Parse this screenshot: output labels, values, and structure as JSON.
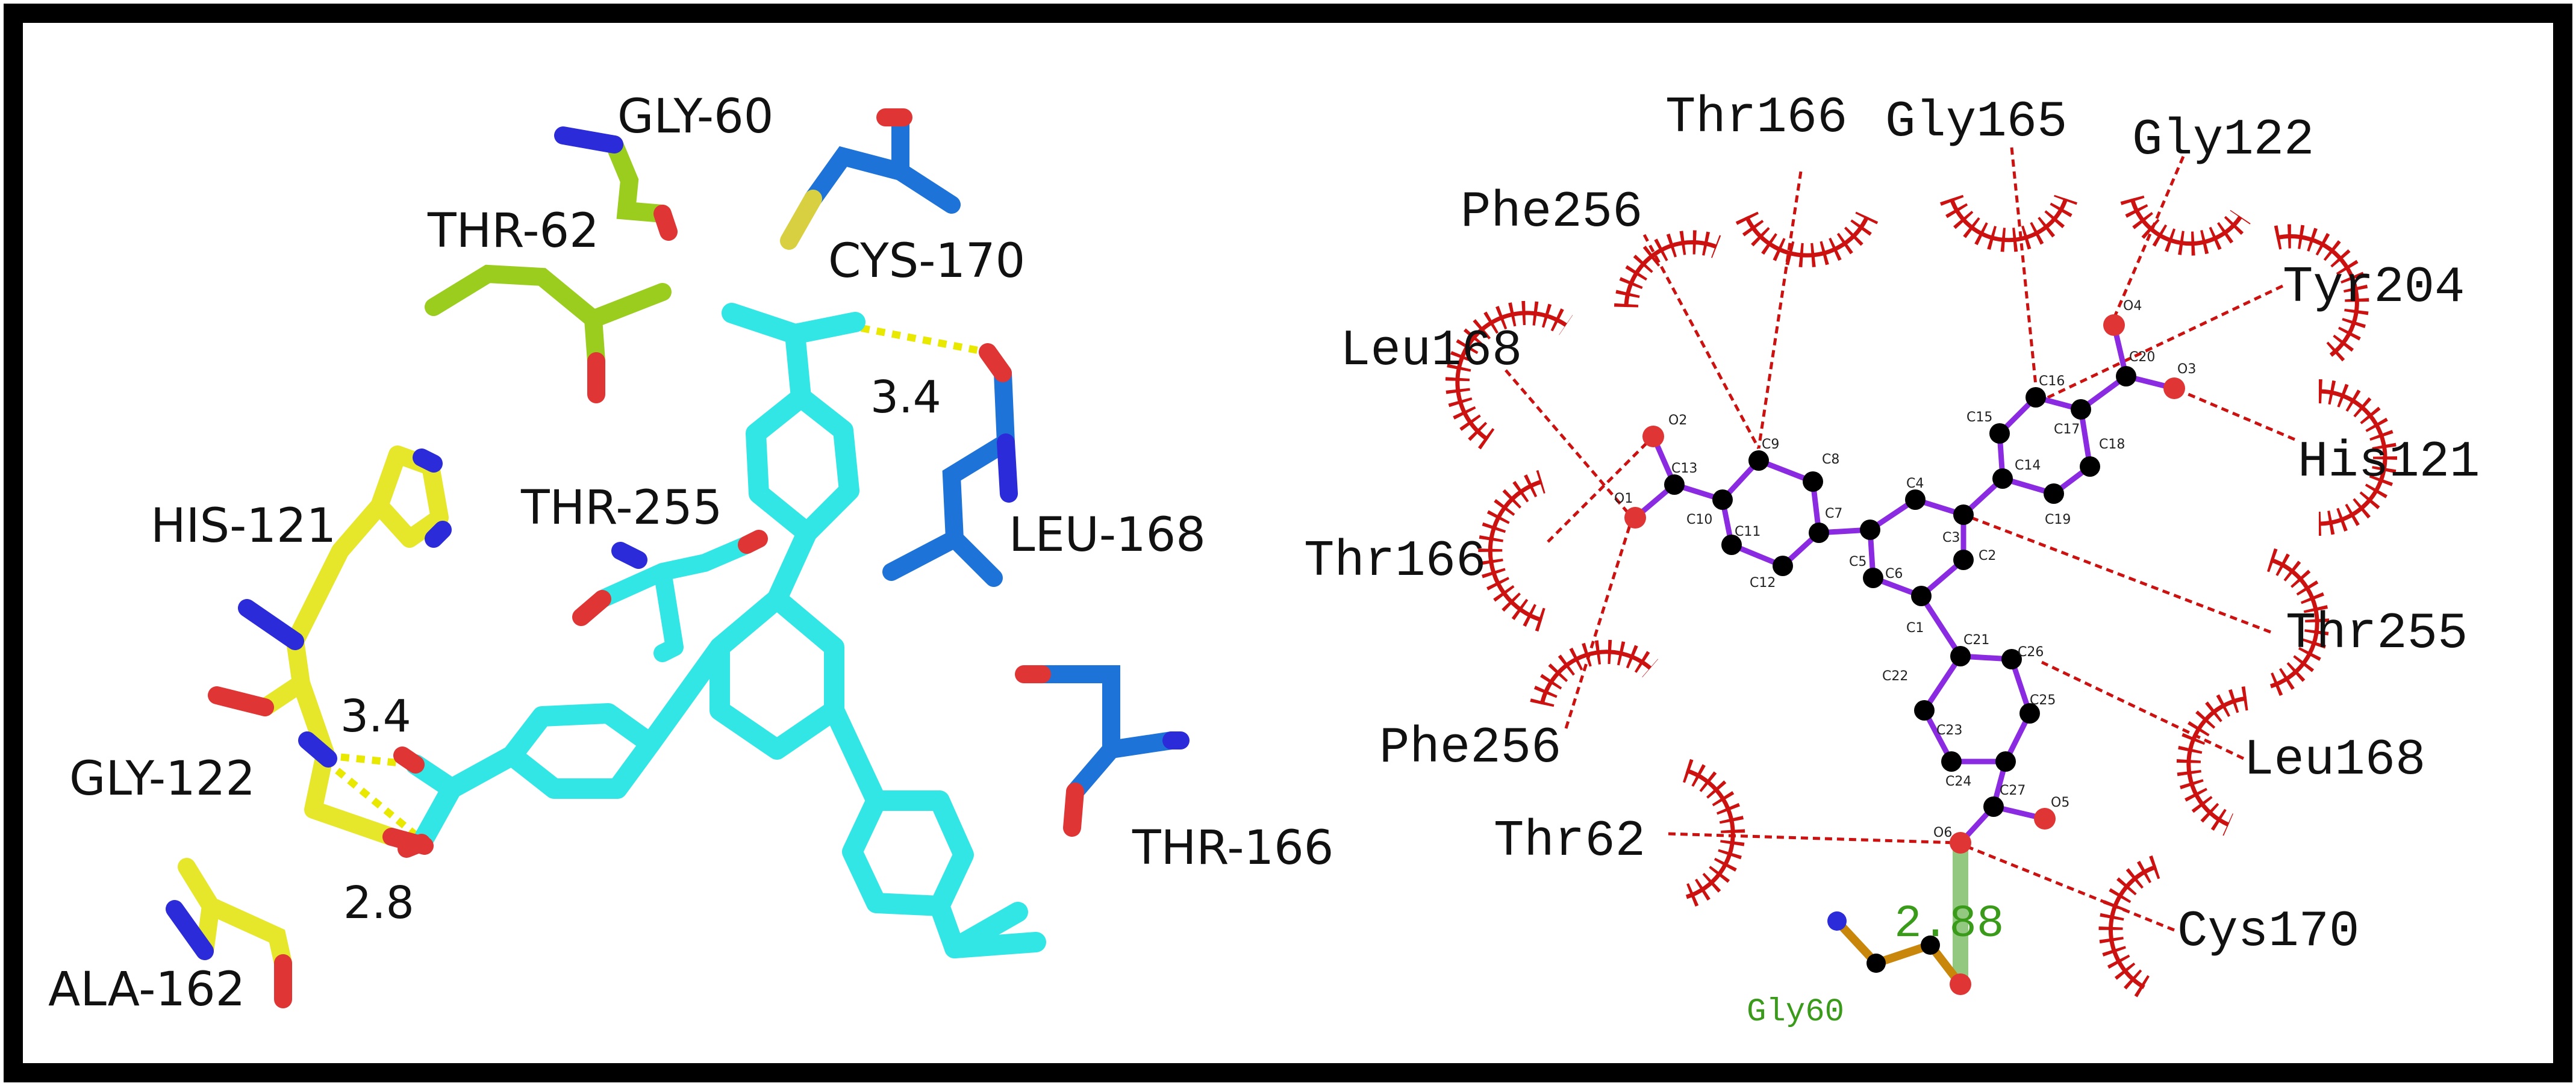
{
  "colors": {
    "frame": "#000000",
    "ligand": "#33e6e6",
    "nitrogen": "#2b2bd9",
    "oxygen": "#e03535",
    "sulfur": "#d8d040",
    "his_gly_ala": "#e6e62a",
    "thr_gly60": "#9acd1e",
    "blue_residue": "#1e73d8",
    "hbond_3d": "#e8e800",
    "bond_2d": "#8a2be2",
    "atom_2d": "#000000",
    "contact": "#cc1111",
    "hbond_2d": "#3a9a1a",
    "gly60_bond": "#c8860a"
  },
  "left_panel": {
    "residue_labels": [
      "GLY-60",
      "THR-62",
      "CYS-170",
      "HIS-121",
      "THR-255",
      "LEU-168",
      "GLY-122",
      "THR-166",
      "ALA-162"
    ],
    "distances": [
      "3.4",
      "3.4",
      "2.8"
    ]
  },
  "right_panel": {
    "contact_labels": [
      "Thr166",
      "Gly165",
      "Gly122",
      "Phe256",
      "Tyr204",
      "Leu168",
      "His121",
      "Thr166",
      "Thr255",
      "Phe256",
      "Leu168",
      "Thr62",
      "Cys170"
    ],
    "hbond_residue": "Gly60",
    "hbond_distance": "2.88",
    "atom_labels": [
      "C1",
      "C2",
      "C3",
      "C4",
      "C5",
      "C6",
      "C7",
      "C8",
      "C9",
      "C10",
      "C11",
      "C12",
      "C13",
      "O1",
      "O2",
      "C14",
      "C15",
      "C16",
      "C17",
      "C18",
      "C19",
      "C20",
      "O3",
      "O4",
      "C21",
      "C22",
      "C23",
      "C24",
      "C25",
      "C26",
      "C27",
      "O5",
      "O6"
    ]
  }
}
